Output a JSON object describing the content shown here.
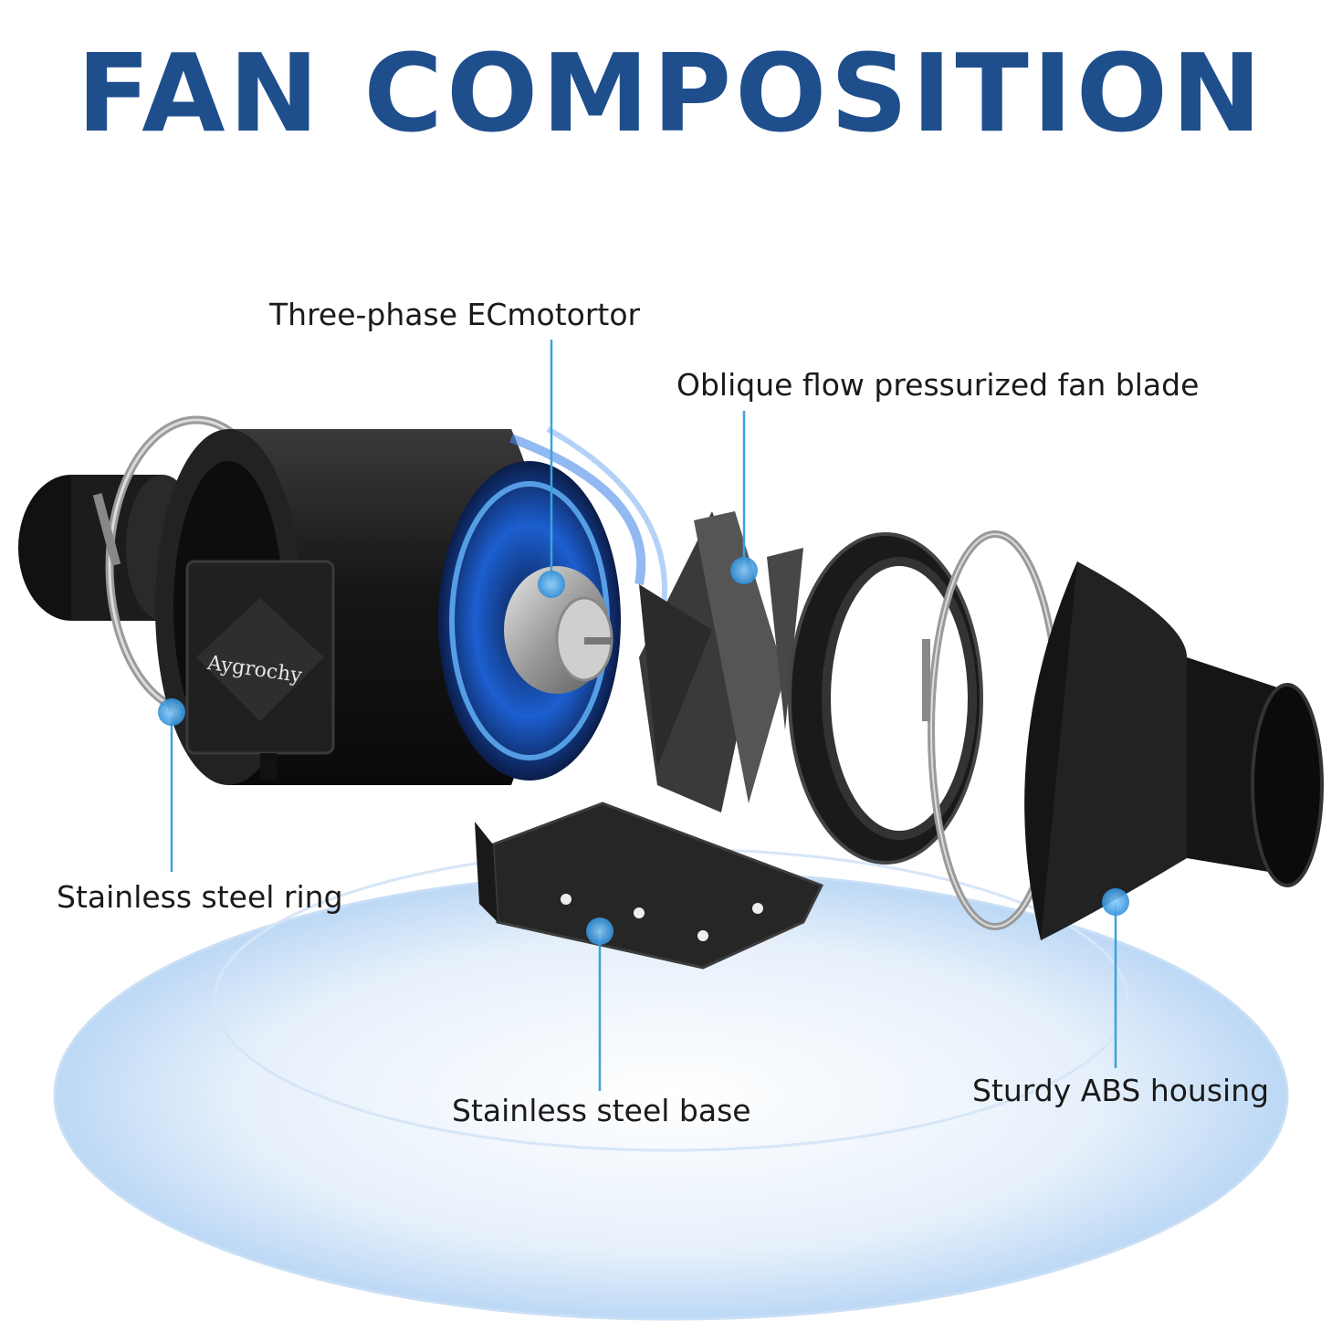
{
  "title": "FAN COMPOSITION",
  "brand": "Aygrochy",
  "colors": {
    "title": "#1f4e8c",
    "callout_line": "#3aa3d9",
    "callout_dot": "#2f8fd8",
    "fan_body": "#1b1b1b",
    "platform_glow": "#bcd8f5"
  },
  "callouts": [
    {
      "id": "motor",
      "label": "Three-phase ECmotortor"
    },
    {
      "id": "blade",
      "label": "Oblique flow pressurized fan blade"
    },
    {
      "id": "ring",
      "label": "Stainless steel ring"
    },
    {
      "id": "base",
      "label": "Stainless steel base"
    },
    {
      "id": "housing",
      "label": "Sturdy ABS housing"
    }
  ]
}
